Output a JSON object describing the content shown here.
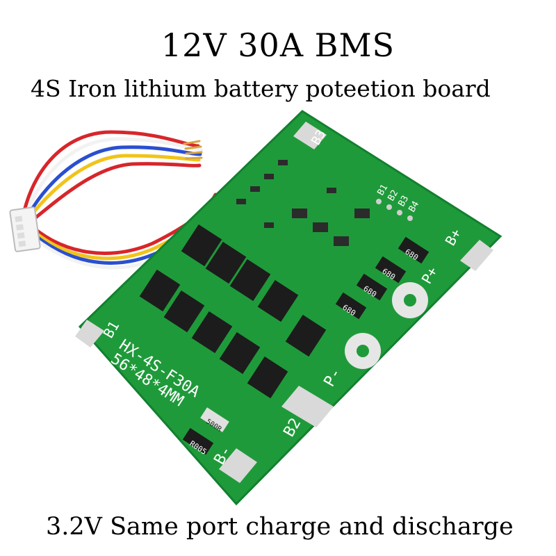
{
  "product": {
    "title": "12V 30A BMS",
    "subtitle": "4S Iron lithium battery poteetion board",
    "caption": "3.2V Same port charge and discharge"
  },
  "board": {
    "model": "HX-4S-F30A",
    "size": "56*48*4MM",
    "pad_labels": {
      "b_plus": "B+",
      "p_plus": "P+",
      "p_minus": "P-",
      "b_minus": "B-",
      "b1": "B1",
      "b2": "B2",
      "b3": "B3"
    },
    "connector_labels": [
      "B1",
      "B2",
      "B3",
      "B4"
    ],
    "resistor_value": "680",
    "small_resistor": "R005",
    "small_resistor_2": "500R"
  },
  "colors": {
    "pcb": "#1f9a3a",
    "pcb_dark": "#11702a",
    "pad": "#d9d9d9",
    "component": "#1c1c1c",
    "wire_red": "#d7262b",
    "wire_yellow": "#f0c419",
    "wire_blue": "#2a4fd0",
    "wire_white": "#f2f2f2"
  }
}
